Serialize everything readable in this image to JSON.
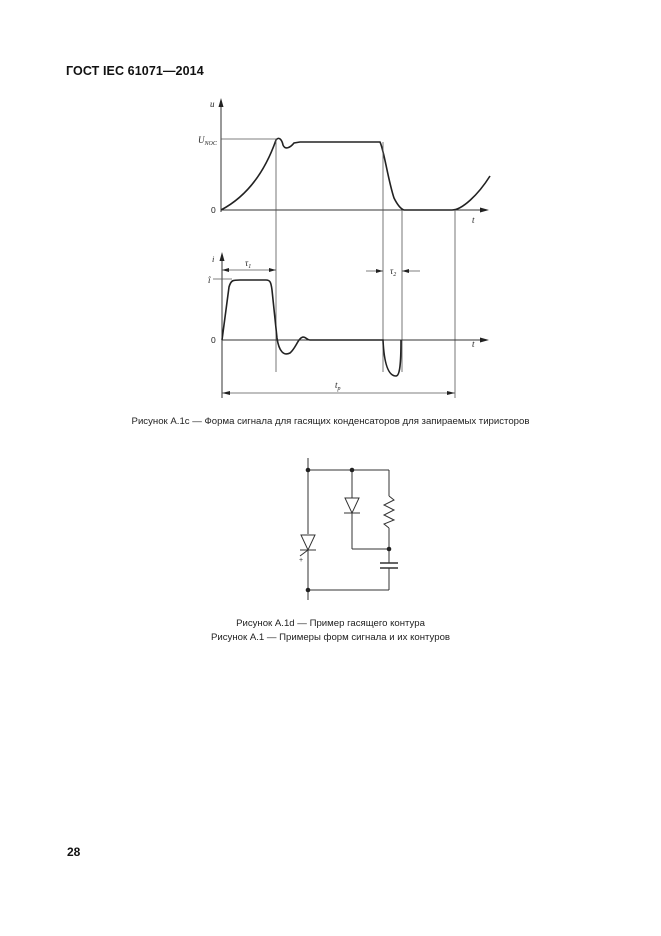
{
  "header": {
    "title": "ГОСТ IEC 61071—2014"
  },
  "figure_1c": {
    "upper_plot": {
      "y_axis_label": "u",
      "x_axis_label": "t",
      "level_label_main": "U",
      "level_label_sub": "NOC",
      "zero_label": "0"
    },
    "lower_plot": {
      "y_axis_label": "i",
      "x_axis_label": "t",
      "level_label": "î",
      "zero_label": "0",
      "tau1_label": "τ",
      "tau1_sub": "1",
      "tau2_label": "τ",
      "tau2_sub": "2",
      "tp_label": "t",
      "tp_sub": "p"
    },
    "caption": "Рисунок А.1с — Форма сигнала для гасящих конденсаторов для запираемых тиристоров"
  },
  "figure_1d": {
    "caption": "Рисунок А.1d — Пример гасящего контура"
  },
  "figure_1": {
    "caption": "Рисунок А.1 — Примеры форм сигнала и их контуров"
  },
  "footer": {
    "page_number": "28"
  }
}
